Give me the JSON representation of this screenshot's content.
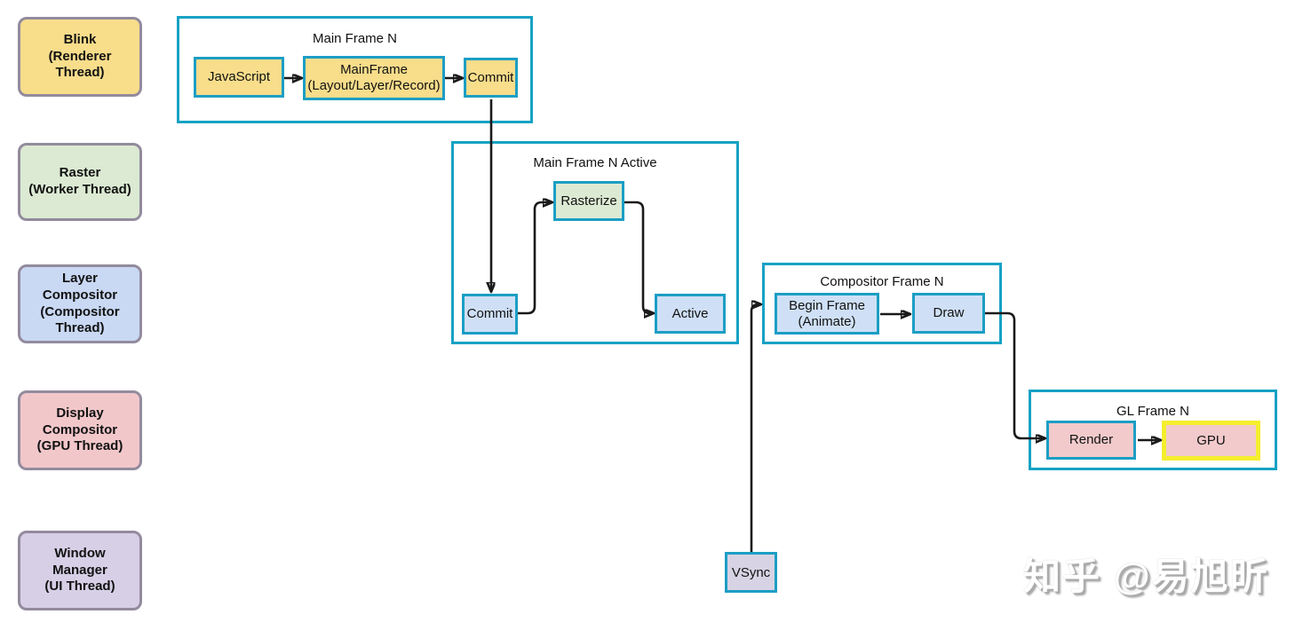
{
  "diagram": {
    "threads": [
      {
        "name": "Blink",
        "thread": "(Renderer Thread)"
      },
      {
        "name": "Raster",
        "thread": "(Worker Thread)"
      },
      {
        "name": "Layer Compositor",
        "thread": "(Compositor Thread)"
      },
      {
        "name": "Display Compositor",
        "thread": "(GPU Thread)"
      },
      {
        "name": "Window Manager",
        "thread": "(UI Thread)"
      }
    ],
    "containers": {
      "main_frame": {
        "title": "Main Frame N",
        "nodes": {
          "javascript": "JavaScript",
          "mainframe": "MainFrame\n(Layout/Layer/Record)",
          "commit": "Commit"
        }
      },
      "main_frame_active": {
        "title": "Main Frame N Active",
        "nodes": {
          "rasterize": "Rasterize",
          "commit": "Commit",
          "active": "Active"
        }
      },
      "compositor_frame": {
        "title": "Compositor Frame N",
        "nodes": {
          "begin_frame": "Begin Frame\n(Animate)",
          "draw": "Draw"
        }
      },
      "gl_frame": {
        "title": "GL Frame N",
        "nodes": {
          "render": "Render",
          "gpu": "GPU"
        }
      }
    },
    "vsync_label": "VSync",
    "watermark": "知乎 @易旭昕",
    "colors": {
      "container_border": "#17a2c4",
      "node_border": "#1c9ec4",
      "thread_box_border": "#938b9d",
      "yellow_fill": "#f8dd8b",
      "green_fill": "#dcead3",
      "blue_fill": "#cfe0f6",
      "pink_fill": "#f2cacb",
      "lavender_fill": "#d7d2e5",
      "gpu_border": "#f5ee2e",
      "arrow": "#1a1a1a"
    }
  }
}
